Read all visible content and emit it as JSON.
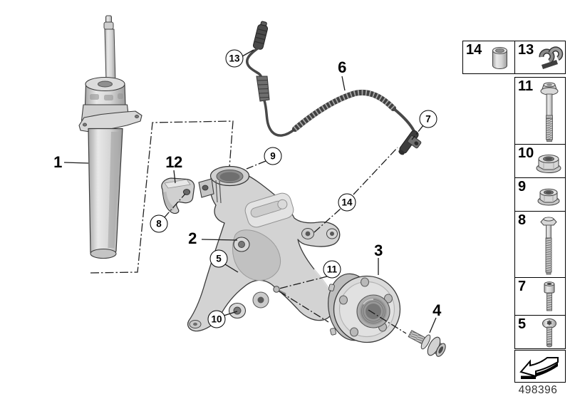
{
  "figure": {
    "part_number": "498396"
  },
  "colors": {
    "background": "#ffffff",
    "outline": "#333333",
    "part_fill_light": "#e6e6e6",
    "part_fill_mid": "#d2d2d2",
    "part_fill_dark": "#9a9a9a",
    "callout_color": "#000000"
  },
  "diagram": {
    "callouts": [
      {
        "text": "1",
        "style": "plain"
      },
      {
        "text": "2",
        "style": "plain"
      },
      {
        "text": "3",
        "style": "plain"
      },
      {
        "text": "4",
        "style": "plain"
      },
      {
        "text": "5",
        "style": "circled"
      },
      {
        "text": "6",
        "style": "plain"
      },
      {
        "text": "7",
        "style": "circled"
      },
      {
        "text": "8",
        "style": "circled"
      },
      {
        "text": "9",
        "style": "circled"
      },
      {
        "text": "10",
        "style": "circled"
      },
      {
        "text": "11",
        "style": "circled"
      },
      {
        "text": "12",
        "style": "plain"
      },
      {
        "text": "13",
        "style": "circled"
      },
      {
        "text": "14",
        "style": "circled"
      }
    ]
  },
  "sidebar": {
    "cells": [
      {
        "number": "14",
        "icon": "spacer-sleeve-icon"
      },
      {
        "number": "13",
        "icon": "cable-clip-icon"
      },
      {
        "number": "11",
        "icon": "flange-bolt-icon"
      },
      {
        "number": "10",
        "icon": "flange-nut-large-icon"
      },
      {
        "number": "9",
        "icon": "flange-nut-icon"
      },
      {
        "number": "8",
        "icon": "hex-bolt-long-icon"
      },
      {
        "number": "7",
        "icon": "socket-head-screw-icon"
      },
      {
        "number": "5",
        "icon": "torx-pan-screw-icon"
      }
    ],
    "footer": {
      "icon": "direction-arrow-icon"
    }
  }
}
